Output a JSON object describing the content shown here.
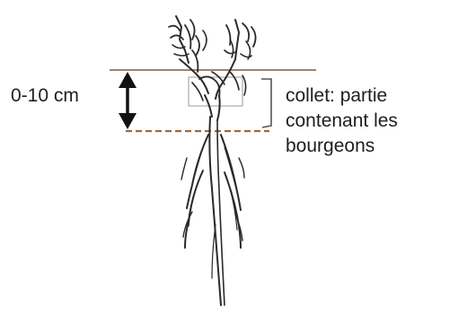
{
  "depth_label": "0-10 cm",
  "collet_label": {
    "line1": "collet: partie",
    "line2": "contenant les",
    "line3": "bourgeons"
  },
  "colors": {
    "soil_line": "#9b8672",
    "crown_line": "#a2673a",
    "ink": "#1e1e1e",
    "plant": "#2a2a2a"
  },
  "icons": [
    "plant-root-illustration",
    "double-arrow-icon",
    "bracket-icon"
  ]
}
